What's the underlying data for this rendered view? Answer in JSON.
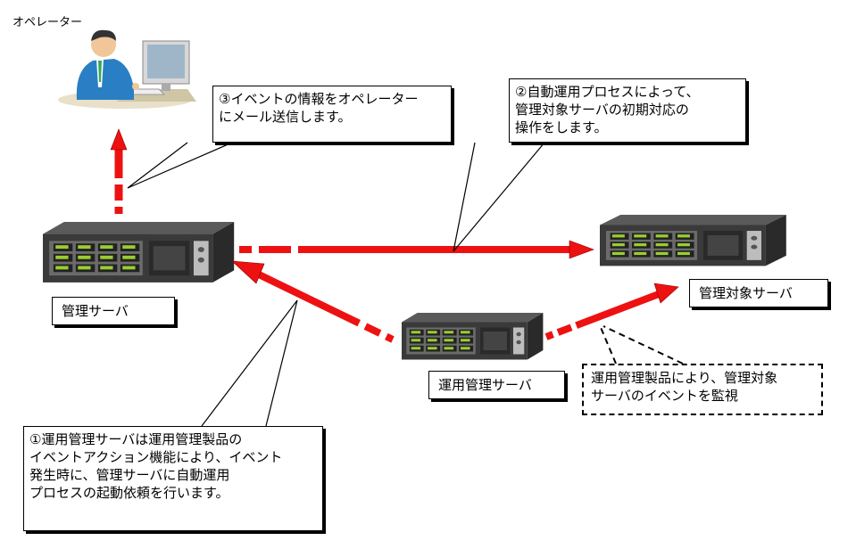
{
  "operator": {
    "label": "オペレーター"
  },
  "servers": {
    "management": {
      "label": "管理サーバ"
    },
    "target": {
      "label": "管理対象サーバ"
    },
    "ops_management": {
      "label": "運用管理サーバ"
    }
  },
  "callouts": {
    "step1": {
      "lines": [
        "①運用管理サーバは運用管理製品の",
        "イベントアクション機能により、イベント",
        "発生時に、管理サーバに自動運用",
        "プロセスの起動依頼を行います。"
      ]
    },
    "step2": {
      "lines": [
        "②自動運用プロセスによって、",
        "管理対象サーバの初期対応の",
        "操作をします。"
      ]
    },
    "step3": {
      "lines": [
        "③イベントの情報をオペレーター",
        "にメール送信します。"
      ]
    },
    "monitor": {
      "lines": [
        "運用管理製品により、管理対象",
        "サーバのイベントを監視"
      ]
    }
  },
  "colors": {
    "arrow": "#ee1111",
    "server_body": "#3a3a3a",
    "server_front": "#6e6e6e"
  },
  "icons": {
    "operator": "operator-person-icon",
    "server": "rack-server-icon"
  }
}
